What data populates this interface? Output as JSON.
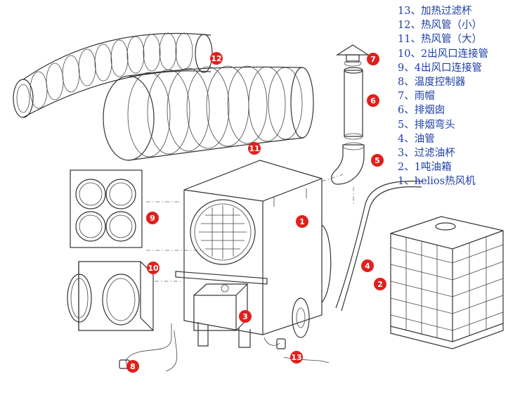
{
  "legend": [
    "13、加热过滤杯",
    "12、热风管（小）",
    "11、热风管（大）",
    "10、2出风口连接管",
    "9、4出风口连接管",
    "8、温度控制器",
    "7、雨帽",
    "6、排烟囱",
    "5、排烟弯头",
    "4、油管",
    "3、过滤油杯",
    "2、1吨油箱",
    "1、helios热风机"
  ],
  "callouts": [
    "1",
    "2",
    "3",
    "4",
    "5",
    "6",
    "7",
    "8",
    "9",
    "10",
    "11",
    "12",
    "13"
  ],
  "accent_color": "#e0201c",
  "legend_color": "#1f3fa8"
}
